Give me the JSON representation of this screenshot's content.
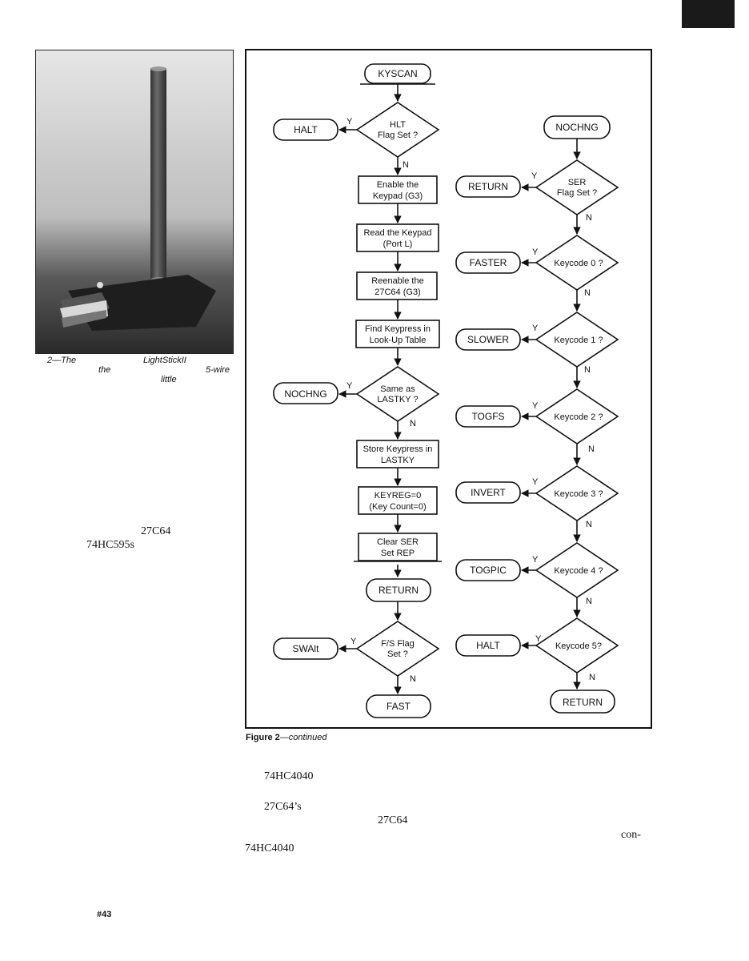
{
  "caption_fragments": [
    "2—The",
    "LightStickII",
    "the",
    "5-wire",
    "little"
  ],
  "text_fragments": [
    "27C64",
    "74HC595s",
    "74HC4040",
    "27C64’s",
    "27C64",
    "con-",
    "74HC4040"
  ],
  "page_number": "#43",
  "figure_caption": {
    "label": "Figure 2",
    "rest": "—continued"
  },
  "flowchart": {
    "left": {
      "start": "KYSCAN",
      "d_hlt": [
        "HLT",
        "Flag Set ?"
      ],
      "t_halt": "HALT",
      "p1": [
        "Enable the",
        "Keypad (G3)"
      ],
      "p2": [
        "Read the Keypad",
        "(Port L)"
      ],
      "p3": [
        "Reenable the",
        "27C64 (G3)"
      ],
      "p4": [
        "Find Keypress in",
        "Look-Up Table"
      ],
      "d_same": [
        "Same as",
        "LASTKY ?"
      ],
      "t_nochng": "NOCHNG",
      "p5": [
        "Store Keypress in",
        "LASTKY"
      ],
      "p6": [
        "KEYREG=0",
        "(Key Count=0)"
      ],
      "p7": [
        "Clear SER",
        "Set REP"
      ],
      "t_return": "RETURN",
      "d_fs": [
        "F/S Flag",
        "Set ?"
      ],
      "t_swait": "SWAlt",
      "t_fast": "FAST"
    },
    "right": {
      "start": "NOCHNG",
      "d_ser": [
        "SER",
        "Flag Set ?"
      ],
      "t_return1": "RETURN",
      "d_k0": "Keycode 0 ?",
      "t_faster": "FASTER",
      "d_k1": "Keycode 1 ?",
      "t_slower": "SLOWER",
      "d_k2": "Keycode 2 ?",
      "t_togfs": "TOGFS",
      "d_k3": "Keycode 3 ?",
      "t_invert": "INVERT",
      "d_k4": "Keycode 4 ?",
      "t_togpic": "TOGPIC",
      "d_k5": "Keycode 5?",
      "t_halt": "HALT",
      "t_return2": "RETURN"
    },
    "yes": "Y",
    "no": "N"
  }
}
